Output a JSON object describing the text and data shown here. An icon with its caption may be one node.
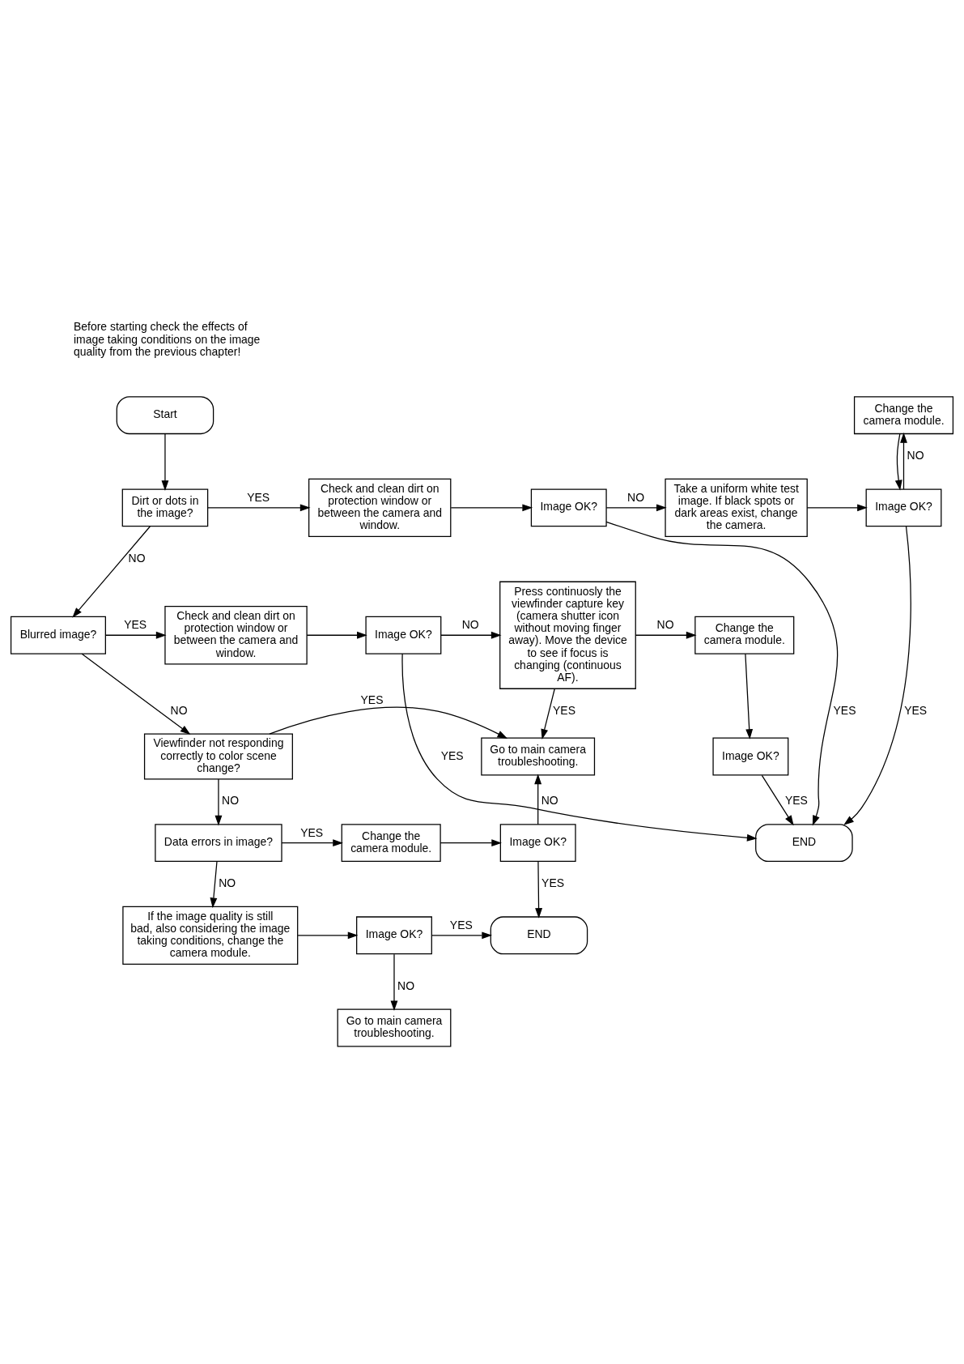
{
  "diagram": {
    "nodes": [
      {
        "text": [
          "Start"
        ]
      },
      {
        "text": [
          "Dirt or dots in the image?"
        ]
      },
      {
        "text": [
          "Check and clean dirt on protection window or between the camera and window."
        ]
      },
      {
        "text": [
          "Image OK?"
        ]
      },
      {
        "text": [
          "Take a uniform white test image. If black spots or dark areas exist, change the camera."
        ]
      },
      {
        "text": [
          "Change the camera module."
        ]
      },
      {
        "text": [
          "Image OK?"
        ]
      },
      {
        "text": [
          "END"
        ]
      },
      {
        "text": [
          "Blurred image?"
        ]
      },
      {
        "text": [
          "Check and clean dirt on protection window or between the camera and window."
        ]
      },
      {
        "text": [
          "Image OK?"
        ]
      },
      {
        "text": [
          "Press continuosly the viewfinder capture key (camera shutter icon without moving finger away). Move the device to see if focus is changing (continuous AF)."
        ]
      },
      {
        "text": [
          "Change the camera module."
        ]
      },
      {
        "text": [
          "Image OK?"
        ]
      },
      {
        "text": [
          "Viewfinder not responding correctly to color scene change?"
        ]
      },
      {
        "text": [
          "Go to main camera troubleshooting."
        ]
      },
      {
        "text": [
          "Data errors in image?"
        ]
      },
      {
        "text": [
          "Change the camera module."
        ]
      },
      {
        "text": [
          "Image OK?"
        ]
      },
      {
        "text": [
          "If the image quality is still bad, also considering the image taking conditions, change the camera module."
        ]
      },
      {
        "text": [
          "Image OK?"
        ]
      },
      {
        "text": [
          "END"
        ]
      },
      {
        "text": [
          "Go to main camera troubleshooting."
        ]
      }
    ],
    "edges": [
      {
        "from": 0,
        "to": 1,
        "arrow": "to"
      },
      {
        "from": 1,
        "to": 2,
        "arrow": "to",
        "label": "YES"
      },
      {
        "from": 1,
        "to": 8,
        "arrow": "to",
        "label": "NO"
      },
      {
        "from": 2,
        "to": 3,
        "arrow": "to"
      },
      {
        "from": 3,
        "to": 4,
        "arrow": "to",
        "label": "NO"
      },
      {
        "from": 3,
        "to": 7,
        "arrow": "to",
        "label": "YES"
      },
      {
        "from": 4,
        "to": 6,
        "arrow": "to"
      },
      {
        "from": 5,
        "to": 6,
        "arrow": "to"
      },
      {
        "from": 6,
        "to": 5,
        "arrow": "to",
        "label": "NO"
      },
      {
        "from": 6,
        "to": 7,
        "arrow": "to",
        "label": "YES"
      },
      {
        "from": 8,
        "to": 9,
        "arrow": "to",
        "label": "YES"
      },
      {
        "from": 8,
        "to": 14,
        "arrow": "to",
        "label": "NO"
      },
      {
        "from": 9,
        "to": 10,
        "arrow": "to"
      },
      {
        "from": 10,
        "to": 7,
        "arrow": "to",
        "label": "YES"
      },
      {
        "from": 10,
        "to": 11,
        "arrow": "to",
        "label": "NO"
      },
      {
        "from": 11,
        "to": 12,
        "arrow": "to",
        "label": "NO"
      },
      {
        "from": 11,
        "to": 15,
        "arrow": "to",
        "label": "YES"
      },
      {
        "from": 12,
        "to": 13,
        "arrow": "to"
      },
      {
        "from": 13,
        "to": 7,
        "arrow": "to",
        "label": "YES"
      },
      {
        "from": 14,
        "to": 15,
        "arrow": "to",
        "label": "YES"
      },
      {
        "from": 14,
        "to": 16,
        "arrow": "to",
        "label": "NO"
      },
      {
        "from": 16,
        "to": 17,
        "arrow": "to",
        "label": "YES"
      },
      {
        "from": 16,
        "to": 19,
        "arrow": "to",
        "label": "NO"
      },
      {
        "from": 17,
        "to": 18,
        "arrow": "to"
      },
      {
        "from": 18,
        "to": 15,
        "arrow": "to",
        "label": "NO"
      },
      {
        "from": 18,
        "to": 21,
        "arrow": "to",
        "label": "YES"
      },
      {
        "from": 19,
        "to": 20,
        "arrow": "to"
      },
      {
        "from": 20,
        "to": 21,
        "arrow": "to",
        "label": "YES"
      },
      {
        "from": 20,
        "to": 22,
        "arrow": "to",
        "label": "NO"
      }
    ],
    "labels": [
      "Before starting check the effects of image taking conditions on the image quality from the previous chapter!"
    ]
  }
}
